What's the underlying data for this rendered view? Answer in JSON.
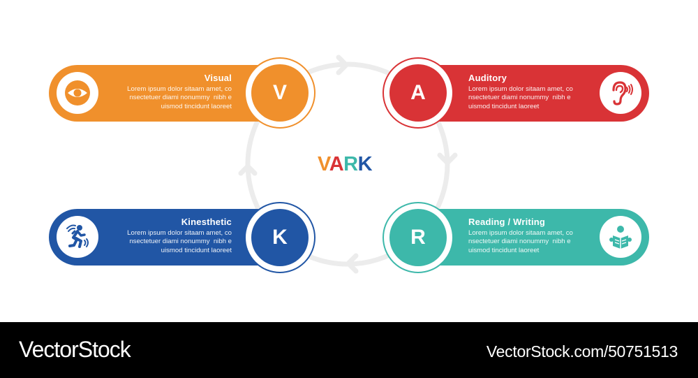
{
  "diagram": {
    "center_title": {
      "letters": [
        {
          "char": "V",
          "color": "#f0902c"
        },
        {
          "char": "A",
          "color": "#d93336"
        },
        {
          "char": "R",
          "color": "#3db8aa"
        },
        {
          "char": "K",
          "color": "#2156a5"
        }
      ]
    },
    "cycle_ring": {
      "color": "#ececec",
      "arrows": [
        "top-right",
        "right-down",
        "bottom-left",
        "left-up"
      ]
    },
    "items": [
      {
        "letter": "V",
        "title": "Visual",
        "description": "Lorem ipsum dolor sitaam amet, co\nnsectetuer diami nonummy  nibh e\nuismod tincidunt laoreet",
        "icon": "eye-icon",
        "color": "#f0902c",
        "position": "top-left"
      },
      {
        "letter": "A",
        "title": "Auditory",
        "description": "Lorem ipsum dolor sitaam amet, co\nnsectetuer diami nonummy  nibh e\nuismod tincidunt laoreet",
        "icon": "ear-icon",
        "color": "#d93336",
        "position": "top-right"
      },
      {
        "letter": "K",
        "title": "Kinesthetic",
        "description": "Lorem ipsum dolor sitaam amet, co\nnsectetuer diami nonummy  nibh e\nuismod tincidunt laoreet",
        "icon": "running-person-icon",
        "color": "#2156a5",
        "position": "bottom-left"
      },
      {
        "letter": "R",
        "title": "Reading / Writing",
        "description": "Lorem ipsum dolor sitaam amet, co\nnsectetuer diami nonummy  nibh e\nuismod tincidunt laoreet",
        "icon": "reading-person-icon",
        "color": "#3db8aa",
        "position": "bottom-right"
      }
    ]
  },
  "footer": {
    "brand": "VectorStock",
    "url": "VectorStock.com/50751513",
    "background": "#000000"
  }
}
